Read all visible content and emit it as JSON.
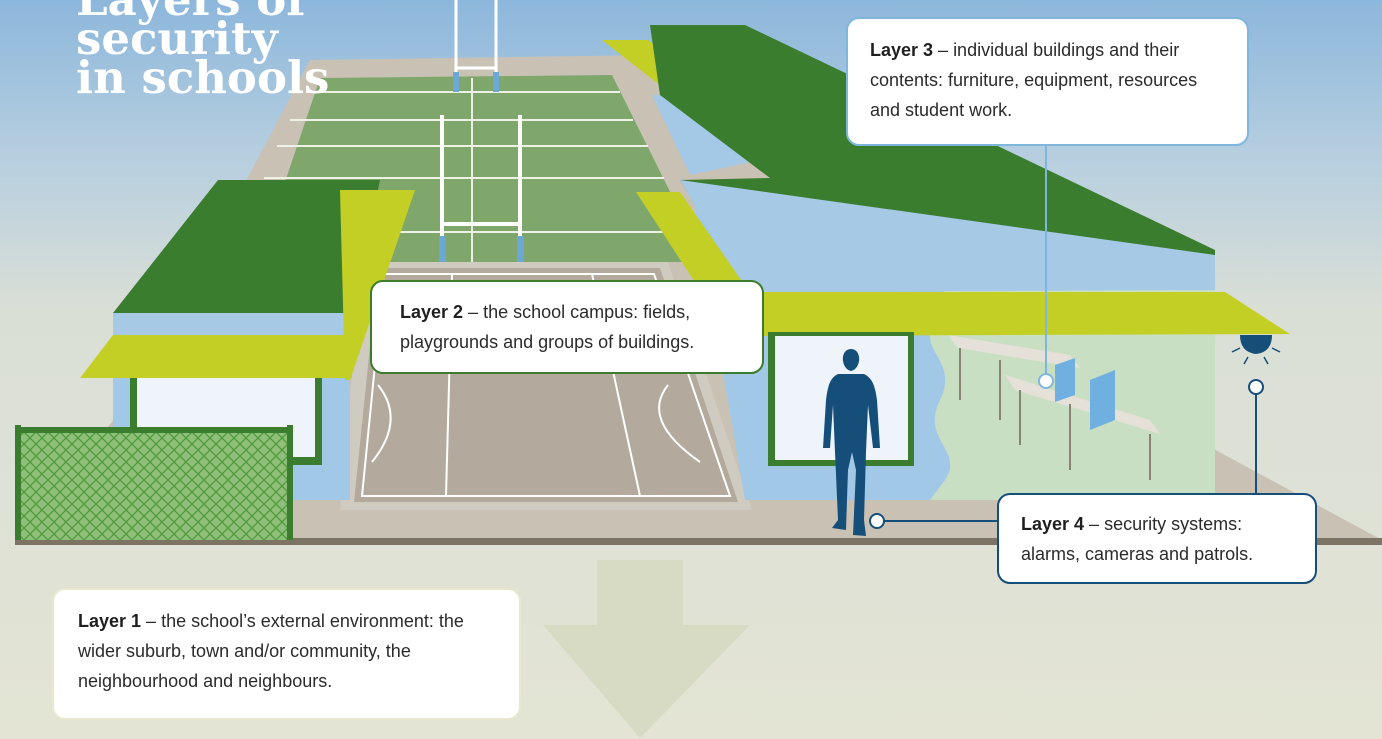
{
  "title": {
    "line1": "Layers of",
    "line2": "security",
    "line3": "in schools"
  },
  "layers": [
    {
      "label": "Layer 1",
      "separator": " – ",
      "text": "the school’s external environment: the wider suburb, town and/or community, the neighbourhood and neighbours."
    },
    {
      "label": "Layer 2",
      "separator": " – ",
      "text": "the school campus: fields, playgrounds and groups of buildings."
    },
    {
      "label": "Layer 3",
      "separator": " – ",
      "text": "individual buildings and their contents: furniture, equipment, resources and student work."
    },
    {
      "label": "Layer 4",
      "separator": " – ",
      "text": "security systems: alarms, cameras and patrols."
    }
  ],
  "colors": {
    "sky_top": "#8eb8dc",
    "sky_bottom": "#e1e3d3",
    "roof_green": "#3a7d2e",
    "fascia_lime": "#c4cf26",
    "wall_blue": "#a2c8e8",
    "field_green": "#7ea86b",
    "court_grey": "#b6aea2",
    "figure_blue": "#164e7a",
    "layer1_border": "#e7e8cf",
    "layer2_border": "#3b7d2c",
    "layer3_border": "#7fb6dc",
    "layer4_border": "#164e7a"
  }
}
